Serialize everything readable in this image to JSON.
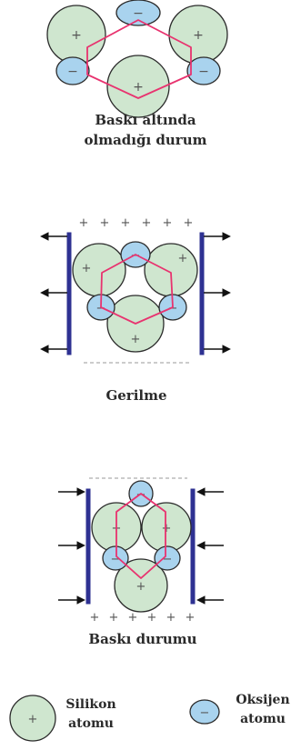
{
  "panels": [
    {
      "id": "no-pressure",
      "caption_lines": [
        "Baskı altında",
        "olmadığı durum"
      ]
    },
    {
      "id": "tension",
      "caption_lines": [
        "Gerilme"
      ]
    },
    {
      "id": "compression",
      "caption_lines": [
        "Baskı durumu"
      ]
    }
  ],
  "legend": {
    "silicon": {
      "lines": [
        "Silikon",
        "atomu"
      ],
      "symbol": "+"
    },
    "oxygen": {
      "lines": [
        "Oksijen",
        "atomu"
      ],
      "symbol": "−"
    }
  },
  "colors": {
    "silicon_fill": "#cfe6cf",
    "oxygen_fill": "#a9d3ee",
    "bond_ring": "#e8336f",
    "plate": "#2e3192"
  },
  "charges": {
    "positive": "+",
    "negative": "−"
  }
}
